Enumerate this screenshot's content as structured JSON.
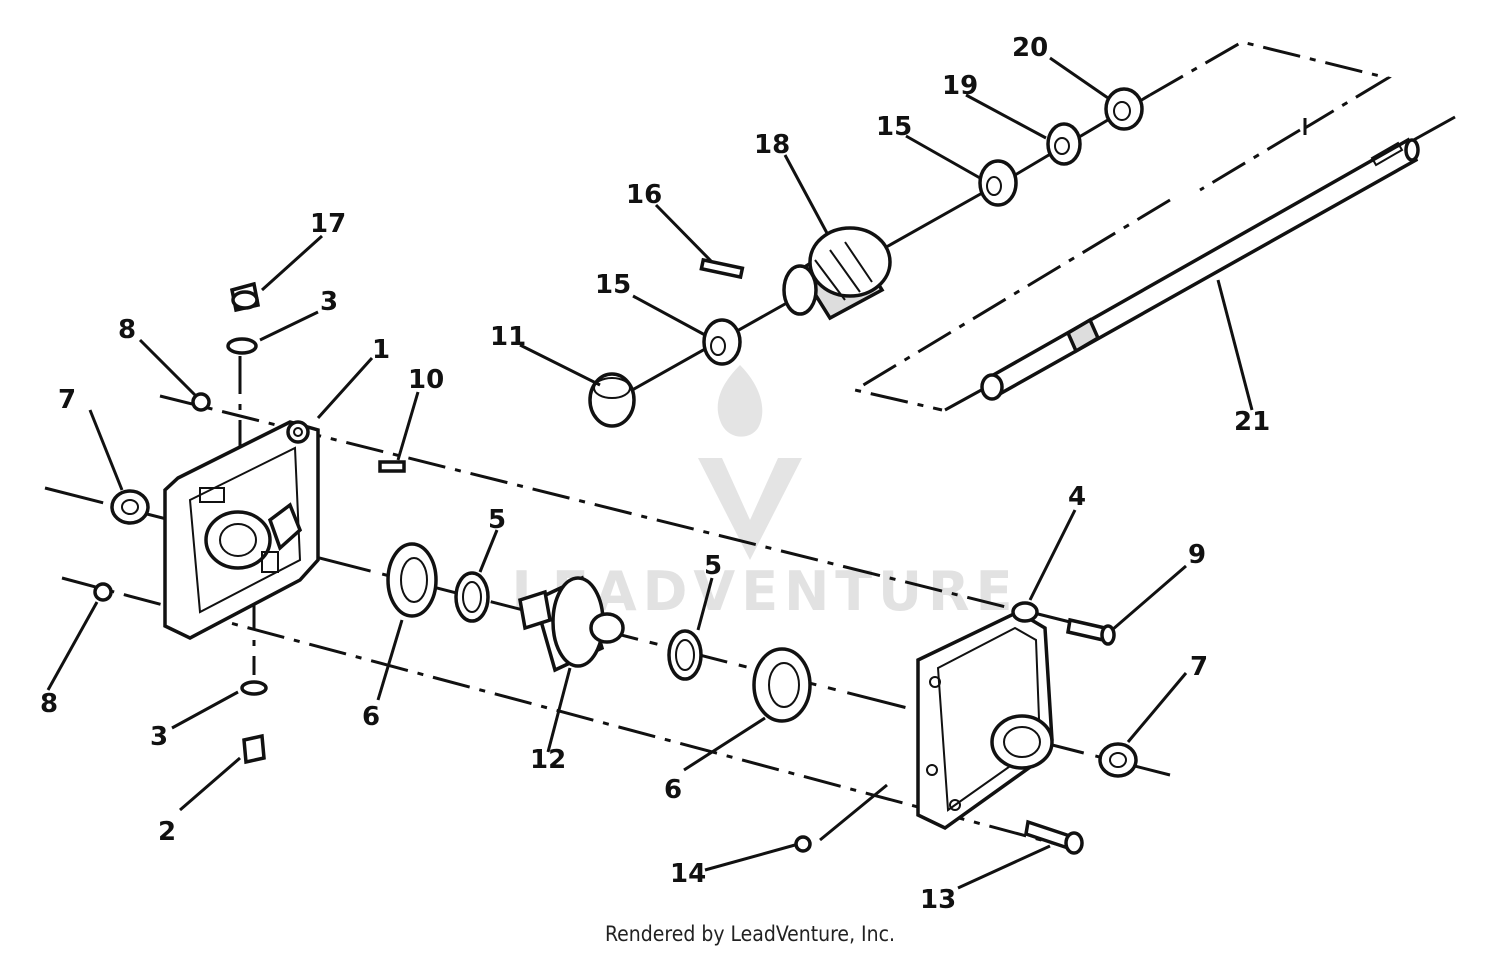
{
  "callouts": [
    {
      "id": "c1",
      "text": "1"
    },
    {
      "id": "c2",
      "text": "2"
    },
    {
      "id": "c3a",
      "text": "3"
    },
    {
      "id": "c3b",
      "text": "3"
    },
    {
      "id": "c4",
      "text": "4"
    },
    {
      "id": "c5a",
      "text": "5"
    },
    {
      "id": "c5b",
      "text": "5"
    },
    {
      "id": "c6a",
      "text": "6"
    },
    {
      "id": "c6b",
      "text": "6"
    },
    {
      "id": "c7a",
      "text": "7"
    },
    {
      "id": "c7b",
      "text": "7"
    },
    {
      "id": "c8a",
      "text": "8"
    },
    {
      "id": "c8b",
      "text": "8"
    },
    {
      "id": "c9",
      "text": "9"
    },
    {
      "id": "c10",
      "text": "10"
    },
    {
      "id": "c11",
      "text": "11"
    },
    {
      "id": "c12",
      "text": "12"
    },
    {
      "id": "c13",
      "text": "13"
    },
    {
      "id": "c14",
      "text": "14"
    },
    {
      "id": "c15a",
      "text": "15"
    },
    {
      "id": "c15b",
      "text": "15"
    },
    {
      "id": "c16",
      "text": "16"
    },
    {
      "id": "c17",
      "text": "17"
    },
    {
      "id": "c18",
      "text": "18"
    },
    {
      "id": "c19",
      "text": "19"
    },
    {
      "id": "c20",
      "text": "20"
    },
    {
      "id": "c21",
      "text": "21"
    }
  ],
  "watermark": {
    "text": "LEADVENTURE"
  },
  "credit": "Rendered by LeadVenture, Inc."
}
